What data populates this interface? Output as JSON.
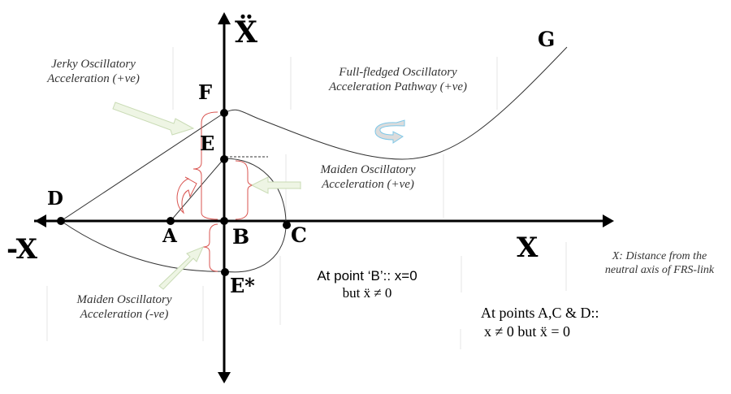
{
  "axes": {
    "y_label": "Ẍ",
    "x_pos_label": "X",
    "x_neg_label": "-X",
    "x_description": [
      "X: Distance from the",
      "neutral axis of FRS-link"
    ]
  },
  "points": {
    "A": "A",
    "B": "B",
    "C": "C",
    "D": "D",
    "E": "E",
    "E_star": "E*",
    "F": "F",
    "G": "G"
  },
  "annotations": {
    "jerky": [
      "Jerky Oscillatory",
      "Acceleration (+ve)"
    ],
    "full_fledged": [
      "Full-fledged Oscillatory",
      "Acceleration Pathway (+ve)"
    ],
    "maiden_pos": [
      "Maiden Oscillatory",
      "Acceleration (+ve)"
    ],
    "maiden_neg": [
      "Maiden Oscillatory",
      "Acceleration (-ve)"
    ]
  },
  "conditions": {
    "point_b": [
      "At point ‘B’:: x=0",
      "but  ẍ ≠ 0"
    ],
    "points_acd": [
      "At points A,C & D::",
      "x ≠ 0   but ẍ = 0"
    ]
  },
  "colors": {
    "axis": "#000000",
    "curve": "#333333",
    "brace": "#d9534f",
    "arrow_fill": "#eef5e4",
    "arrow_stroke": "#c9dbb5",
    "rotation_icon": "#7fc8e8"
  }
}
